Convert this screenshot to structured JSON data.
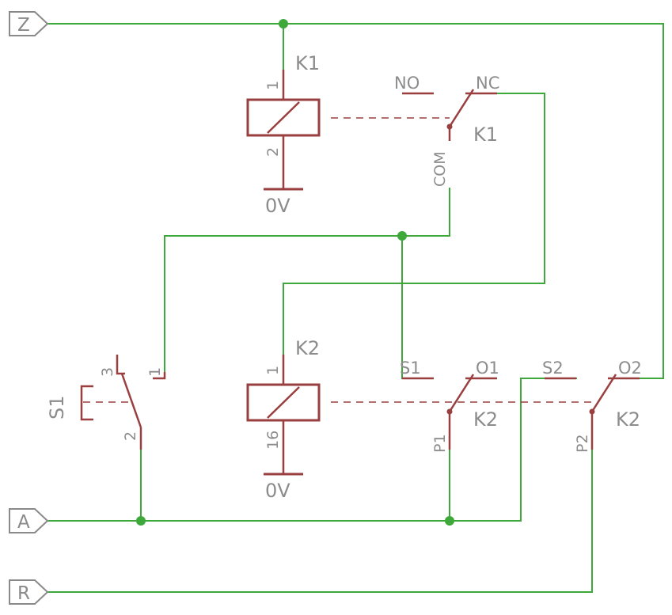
{
  "ports": {
    "z": "Z",
    "a": "A",
    "r": "R"
  },
  "relay_k1": {
    "coil_name": "K1",
    "coil_pin_top": "1",
    "coil_pin_bottom": "2",
    "ground": "0V",
    "contact_name": "K1",
    "contact_no": "NO",
    "contact_nc": "NC",
    "contact_com": "COM"
  },
  "relay_k2": {
    "coil_name": "K2",
    "coil_pin_top": "1",
    "coil_pin_bottom": "16",
    "ground": "0V",
    "contact1_name": "K2",
    "contact1_s": "S1",
    "contact1_o": "O1",
    "contact1_p": "P1",
    "contact2_name": "K2",
    "contact2_s": "S2",
    "contact2_o": "O2",
    "contact2_p": "P2"
  },
  "switch_s1": {
    "name": "S1",
    "pin3": "3",
    "pin1": "1",
    "pin2": "2"
  },
  "colors": {
    "wire": "#3ea83b",
    "component": "#9a3f3f",
    "label": "#8c8c8c"
  }
}
